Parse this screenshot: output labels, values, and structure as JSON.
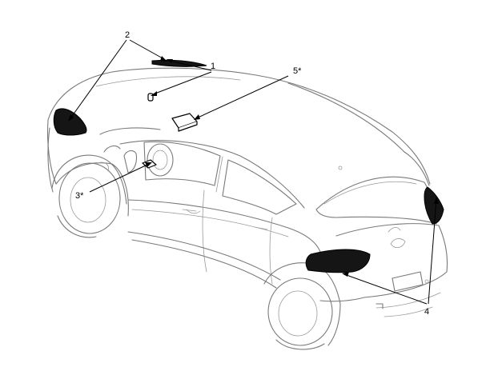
{
  "callouts": [
    {
      "id": "1",
      "label": "1"
    },
    {
      "id": "2",
      "label": "2"
    },
    {
      "id": "3",
      "label": "3*"
    },
    {
      "id": "4",
      "label": "4"
    },
    {
      "id": "5",
      "label": "5*"
    }
  ],
  "colors": {
    "line": "#7a7a7a",
    "component": "#151515",
    "leader": "#000000"
  }
}
